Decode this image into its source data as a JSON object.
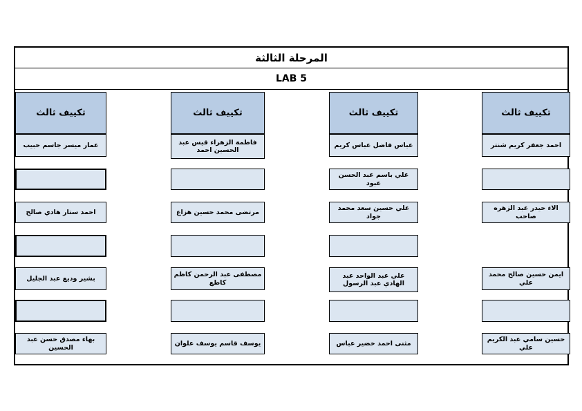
{
  "page": {
    "title": "المرحلة الثالثة",
    "subtitle": "LAB 5"
  },
  "colors": {
    "header_fill": "#b8cce4",
    "cell_fill": "#dce6f1",
    "border": "#000000",
    "page_background": "#ffffff"
  },
  "groups": [
    {
      "position": "rightmost",
      "header": "تكييف ثالث",
      "cells": {
        "r1": "احمد جعفر كريم شنتر",
        "r2": "",
        "r3": "الاء حيدر عبد الزهره صاحب",
        "r5": "ايمن حسين صالح محمد علي",
        "r6": "",
        "r7": "حسين سامي عبد الكريم علي"
      }
    },
    {
      "position": "center-right",
      "header": "تكييف ثالث",
      "cells": {
        "r1": "عباس فاضل عباس كريم",
        "r2": "علي باسم عبد الحسن عبود",
        "r3": "علي حسين سعد محمد جواد",
        "r4": "",
        "r5": "علي عبد الواحد عبد الهادي عبد الرسول",
        "r6": "",
        "r7": "مثنى احمد خضير عباس"
      }
    },
    {
      "position": "center-left",
      "header": "تكييف ثالث",
      "cells": {
        "r1": "فاطمة الزهراء قيس عبد الحسين احمد",
        "r2": "",
        "r3": "مرتضى محمد حسين هزاع",
        "r4": "",
        "r5": "مصطفى عبد الرحمن كاظم كاطع",
        "r6": "",
        "r7": "يوسف قاسم يوسف علوان"
      }
    },
    {
      "position": "leftmost",
      "header": "تكييف ثالث",
      "cells": {
        "r1": "عمار ميسر جاسم حبيب",
        "r2": "",
        "r3": "احمد ستار هادي صالح",
        "r4": "",
        "r5": "بشير وديع عبد الجليل",
        "r6": "",
        "r7": "بهاء مصدق حسن عبد الحسين"
      }
    }
  ]
}
